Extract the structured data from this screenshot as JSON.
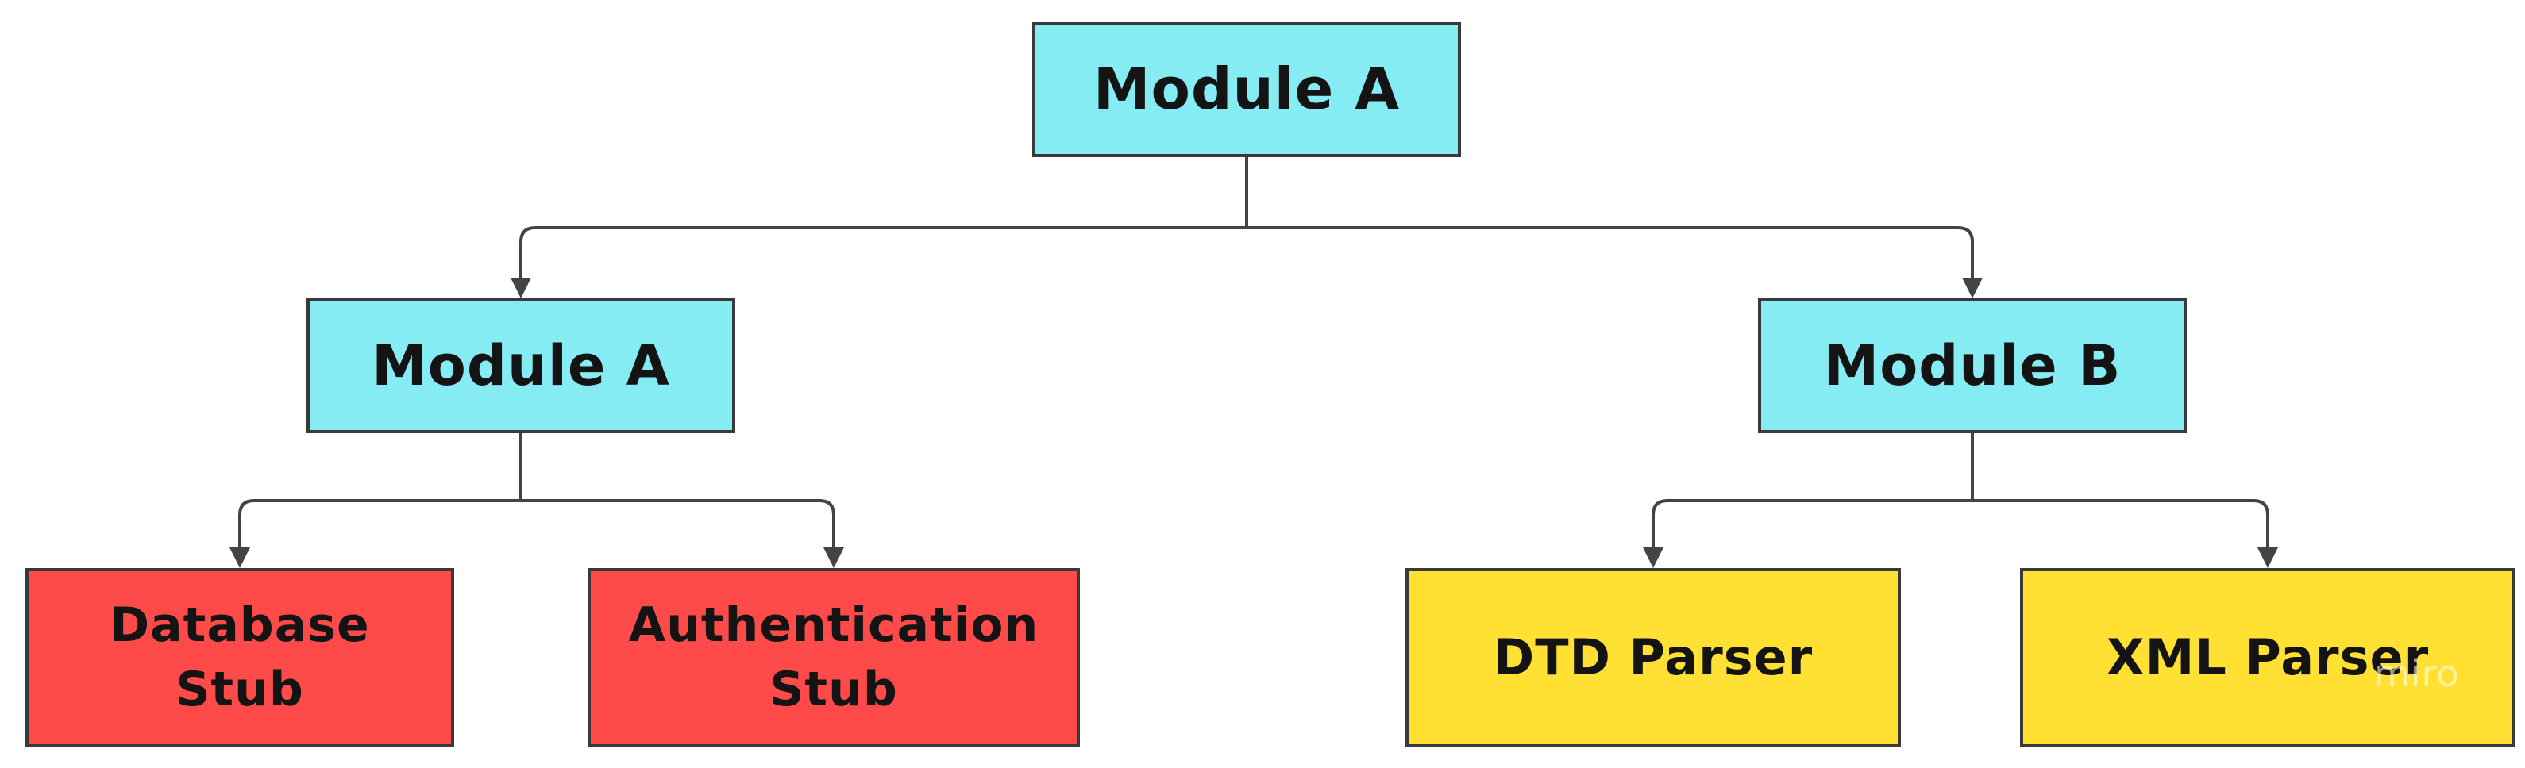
{
  "colors": {
    "module": "#86ECF3",
    "stub": "#FF4A4A",
    "parser": "#FFE033",
    "border": "#3a3a3a",
    "connector": "#444444"
  },
  "nodes": {
    "root": {
      "label": "Module A",
      "kind": "module"
    },
    "module_a": {
      "label": "Module A",
      "kind": "module"
    },
    "module_b": {
      "label": "Module B",
      "kind": "module"
    },
    "database_stub": {
      "label": "Database\nStub",
      "kind": "stub"
    },
    "authentication_stub": {
      "label": "Authentication\nStub",
      "kind": "stub"
    },
    "dtd_parser": {
      "label": "DTD Parser",
      "kind": "parser"
    },
    "xml_parser": {
      "label": "XML Parser",
      "kind": "parser"
    }
  },
  "edges": [
    {
      "from": "root",
      "to": "module_a"
    },
    {
      "from": "root",
      "to": "module_b"
    },
    {
      "from": "module_a",
      "to": "database_stub"
    },
    {
      "from": "module_a",
      "to": "authentication_stub"
    },
    {
      "from": "module_b",
      "to": "dtd_parser"
    },
    {
      "from": "module_b",
      "to": "xml_parser"
    }
  ],
  "watermark": "miro"
}
